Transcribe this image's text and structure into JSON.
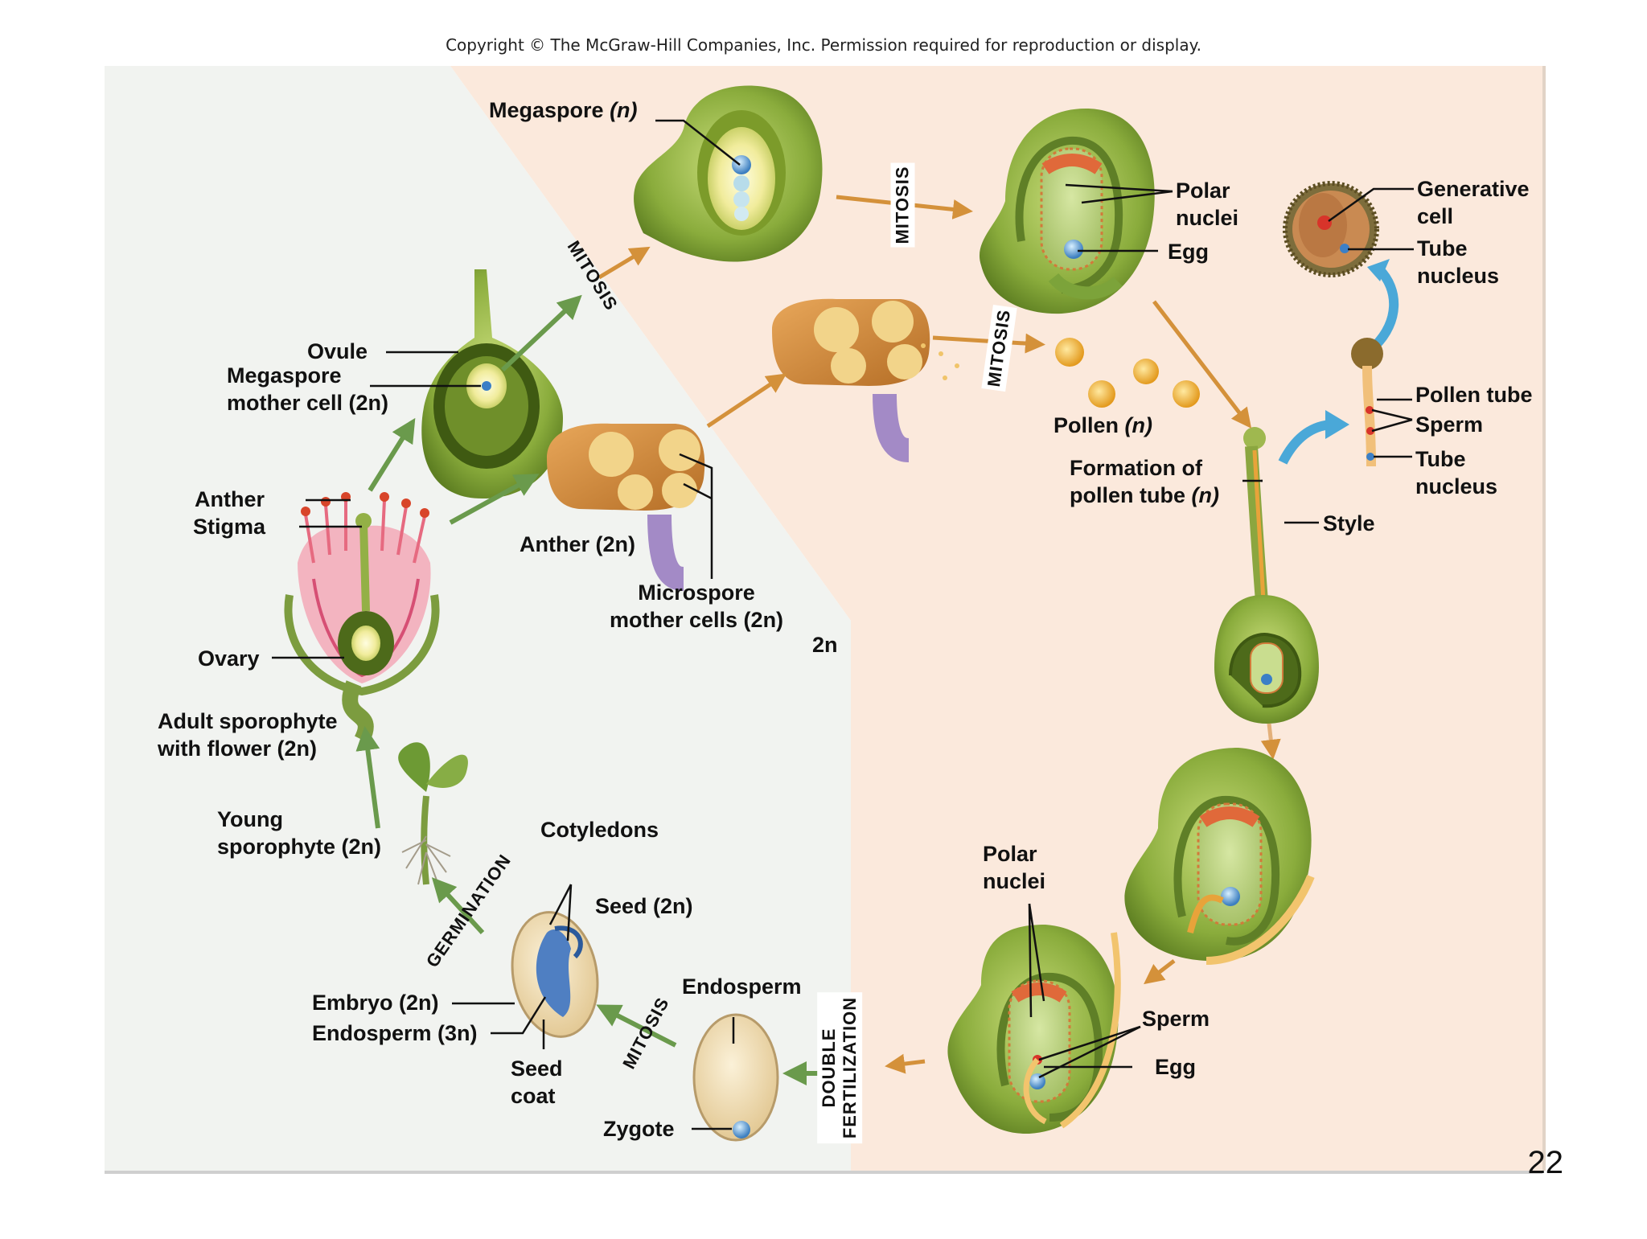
{
  "copyright": "Copyright © The McGraw-Hill Companies, Inc. Permission required for reproduction or display.",
  "page_number": "22",
  "ploidy_label": "2n",
  "colors": {
    "sporophyte_bg": "#f1f3f0",
    "gametophyte_bg": "#fbe9dc",
    "ovule_green": "#8aac3c",
    "anther_orange": "#d38a3a",
    "arrow_green": "#6a9a4c",
    "arrow_orange": "#d4913a",
    "arrow_blue": "#4aa8d8"
  },
  "processes": {
    "mitosis": "MITOSIS",
    "germination": "GERMINATION",
    "double_fertilization_1": "DOUBLE",
    "double_fertilization_2": "FERTILIZATION"
  },
  "labels": {
    "megaspore": "Megaspore",
    "megaspore_ploidy": "(n)",
    "polar_nuclei_1": "Polar",
    "polar_nuclei_2": "nuclei",
    "egg": "Egg",
    "generative_cell_1": "Generative",
    "generative_cell_2": "cell",
    "tube_nucleus_1": "Tube",
    "tube_nucleus_2": "nucleus",
    "ovule": "Ovule",
    "megaspore_mother_1": "Megaspore",
    "megaspore_mother_2": "mother cell (2n)",
    "pollen": "Pollen",
    "pollen_ploidy": "(n)",
    "pollen_tube": "Pollen tube",
    "sperm": "Sperm",
    "formation_1": "Formation of",
    "formation_2": "pollen tube",
    "formation_ploidy": "(n)",
    "style": "Style",
    "anther_flower": "Anther",
    "stigma": "Stigma",
    "anther_2n": "Anther (2n)",
    "microspore_1": "Microspore",
    "microspore_2": "mother cells (2n)",
    "ovary": "Ovary",
    "adult_1": "Adult sporophyte",
    "adult_2": "with flower (2n)",
    "young_1": "Young",
    "young_2": "sporophyte (2n)",
    "cotyledons": "Cotyledons",
    "seed": "Seed (2n)",
    "polar_nuclei_b1": "Polar",
    "polar_nuclei_b2": "nuclei",
    "endosperm": "Endosperm",
    "embryo": "Embryo (2n)",
    "endosperm_3n": "Endosperm (3n)",
    "seed_coat_1": "Seed",
    "seed_coat_2": "coat",
    "zygote": "Zygote",
    "sperm_b": "Sperm",
    "egg_b": "Egg"
  }
}
